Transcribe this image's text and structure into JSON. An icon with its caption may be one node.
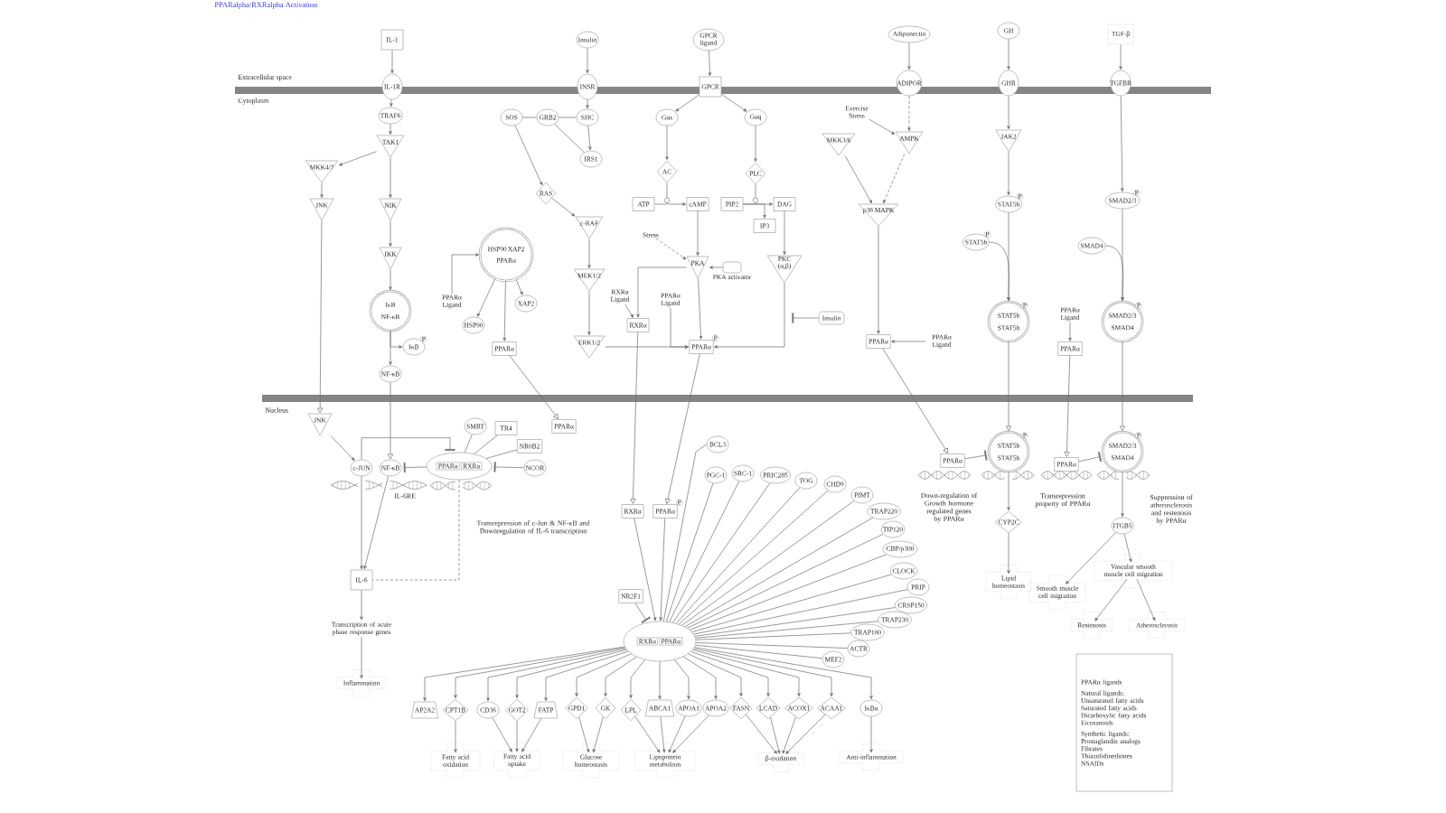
{
  "diagram": {
    "title": "PPARalpha/RXRalpha Activation",
    "nodes": [
      {
        "text": [
          "IL-1"
        ]
      },
      {
        "text": [
          "Insulin"
        ]
      },
      {
        "text": [
          "GPCR ligand"
        ]
      },
      {
        "text": [
          "Adiponectin"
        ]
      },
      {
        "text": [
          "GH"
        ]
      },
      {
        "text": [
          "TGF-β"
        ]
      },
      {
        "text": [
          "IL-1R"
        ]
      },
      {
        "text": [
          "INSR"
        ]
      },
      {
        "text": [
          "GPCR"
        ]
      },
      {
        "text": [
          "ADIPOR"
        ]
      },
      {
        "text": [
          "GHR"
        ]
      },
      {
        "text": [
          "TGFBR"
        ]
      },
      {
        "text": [
          "Exercise Stress"
        ]
      },
      {
        "text": [
          "TRAF6"
        ]
      },
      {
        "text": [
          "SOS"
        ]
      },
      {
        "text": [
          "GRB2"
        ]
      },
      {
        "text": [
          "SHC"
        ]
      },
      {
        "text": [
          "Gαs"
        ]
      },
      {
        "text": [
          "Gαq"
        ]
      },
      {
        "text": [
          "TAK1"
        ]
      },
      {
        "text": [
          "MKK3/6"
        ]
      },
      {
        "text": [
          "AMPK"
        ]
      },
      {
        "text": [
          "JAK2"
        ]
      },
      {
        "text": [
          "IRS1"
        ]
      },
      {
        "text": [
          "MKK4/7"
        ]
      },
      {
        "text": [
          "AC"
        ]
      },
      {
        "text": [
          "PLC"
        ]
      },
      {
        "text": [
          "RAS"
        ]
      },
      {
        "text": [
          "ATP"
        ]
      },
      {
        "text": [
          "cAMP"
        ]
      },
      {
        "text": [
          "PIP2"
        ]
      },
      {
        "text": [
          "DAG"
        ]
      },
      {
        "text": [
          "STAT5b"
        ],
        "beside": [
          "P"
        ]
      },
      {
        "text": [
          "SMAD2/3"
        ],
        "beside": [
          "P"
        ]
      },
      {
        "text": [
          "JNK"
        ]
      },
      {
        "text": [
          "NIK"
        ]
      },
      {
        "text": [
          "p38 MAPK"
        ]
      },
      {
        "text": [
          "IP3"
        ]
      },
      {
        "text": [
          "c-RAF"
        ]
      },
      {
        "text": [
          "Stress"
        ]
      },
      {
        "text": [
          "STAT5b"
        ],
        "beside": [
          "P"
        ]
      },
      {
        "text": [
          "SMAD4"
        ]
      },
      {
        "text": [
          "HSP90",
          "XAP2",
          "PPARα"
        ]
      },
      {
        "text": [
          "IKK"
        ]
      },
      {
        "text": [
          "PKA"
        ]
      },
      {
        "text": [
          "PKA activator"
        ]
      },
      {
        "text": [
          "PKC (α,β)"
        ]
      },
      {
        "text": [
          "MEK1/2"
        ]
      },
      {
        "text": [
          "RXRα Ligand"
        ]
      },
      {
        "text": [
          "PPARα Ligand"
        ]
      },
      {
        "text": [
          "PPARα Ligand"
        ]
      },
      {
        "text": [
          "XAP2"
        ]
      },
      {
        "text": [
          "IκB",
          "NF-κB"
        ]
      },
      {
        "text": [
          "Insulin"
        ]
      },
      {
        "text": [
          "STAT5b",
          "STAT5b"
        ],
        "beside": [
          "P"
        ]
      },
      {
        "text": [
          "PPARα Ligand"
        ]
      },
      {
        "text": [
          "SMAD2/3",
          "SMAD4"
        ],
        "beside": [
          "P"
        ]
      },
      {
        "text": [
          "HSP90"
        ]
      },
      {
        "text": [
          "RXRα"
        ]
      },
      {
        "text": [
          "PPARα"
        ]
      },
      {
        "text": [
          "PPARα Ligand"
        ]
      },
      {
        "text": [
          "IκB"
        ],
        "beside": [
          "P"
        ]
      },
      {
        "text": [
          "PPARα"
        ]
      },
      {
        "text": [
          "ERK1/2"
        ]
      },
      {
        "text": [
          "PPARα"
        ],
        "beside": [
          "P"
        ]
      },
      {
        "text": [
          "PPARα"
        ]
      },
      {
        "text": [
          "NF-κB"
        ]
      },
      {
        "text": [
          "JNK"
        ]
      },
      {
        "text": [
          "SMRT"
        ]
      },
      {
        "text": [
          "TR4"
        ]
      },
      {
        "text": [
          "PPARα"
        ]
      },
      {
        "text": [
          "BCL3"
        ]
      },
      {
        "text": [
          "NR0B2"
        ]
      },
      {
        "text": [
          "STAT5b",
          "STAT5b"
        ],
        "beside": [
          "P"
        ]
      },
      {
        "text": [
          "SMAD2/3",
          "SMAD4"
        ],
        "beside": [
          "P"
        ]
      },
      {
        "text": [
          "c-JUN"
        ]
      },
      {
        "text": [
          "NF-κB"
        ]
      },
      {
        "text": [
          "PPARα",
          "RXRα"
        ]
      },
      {
        "text": [
          "NCOR"
        ]
      },
      {
        "text": [
          "PGC-1"
        ]
      },
      {
        "text": [
          "SRC-1"
        ]
      },
      {
        "text": [
          "PRIC285"
        ]
      },
      {
        "text": [
          "TOG"
        ]
      },
      {
        "text": [
          "CHD9"
        ]
      },
      {
        "text": [
          "PPARα"
        ]
      },
      {
        "text": [
          "PPARα"
        ]
      },
      {
        "text": [
          "PIMT"
        ]
      },
      {
        "text": [
          "TRAP220"
        ]
      },
      {
        "text": [
          "RXRα"
        ]
      },
      {
        "text": [
          "PPARα"
        ],
        "beside": [
          "P"
        ]
      },
      {
        "text": [
          "CYP2C"
        ]
      },
      {
        "text": [
          "ITGB5"
        ]
      },
      {
        "text": [
          "TIP120"
        ]
      },
      {
        "text": [
          "CBP/p300"
        ]
      },
      {
        "text": [
          "CLOCK"
        ]
      },
      {
        "text": [
          "IL-6"
        ]
      },
      {
        "text": [
          "Vascular smooth muscle cell migration"
        ]
      },
      {
        "text": [
          "Lipid homeostasis"
        ]
      },
      {
        "text": [
          "Smooth muscle cell migration"
        ]
      },
      {
        "text": [
          "PRIP"
        ]
      },
      {
        "text": [
          "NR2F1"
        ]
      },
      {
        "text": [
          "CRSP150"
        ]
      },
      {
        "text": [
          "TRAP230"
        ]
      },
      {
        "text": [
          "Restenosis"
        ]
      },
      {
        "text": [
          "Atherosclerosis"
        ]
      },
      {
        "text": [
          "Transcription of acute phase response genes"
        ]
      },
      {
        "text": [
          "TRAP100"
        ]
      },
      {
        "text": [
          "RXRα",
          "PPARα"
        ]
      },
      {
        "text": [
          "ACTR"
        ]
      },
      {
        "text": [
          "MEF2"
        ]
      },
      {
        "text": [
          "PPARα ligands",
          "Natural ligands:",
          "Unsaturated fatty acids",
          "Saturated fatty acids",
          "Dicarboxylic fatty acids",
          "Eicosanoids",
          "Synthetic ligands:",
          "Prostaglandin analogs",
          "Fibrates",
          "Thiazolidinediones",
          "NSAIDs"
        ]
      },
      {
        "text": [
          "Inflammation"
        ]
      },
      {
        "text": [
          "AP2A2"
        ]
      },
      {
        "text": [
          "CPT1B"
        ]
      },
      {
        "text": [
          "CD36"
        ]
      },
      {
        "text": [
          "GOT2"
        ]
      },
      {
        "text": [
          "FATP"
        ]
      },
      {
        "text": [
          "GPD1"
        ]
      },
      {
        "text": [
          "GK"
        ]
      },
      {
        "text": [
          "LPL"
        ]
      },
      {
        "text": [
          "ABCA1"
        ]
      },
      {
        "text": [
          "APOA1"
        ]
      },
      {
        "text": [
          "APOA2"
        ]
      },
      {
        "text": [
          "FASN"
        ]
      },
      {
        "text": [
          "LCAD"
        ]
      },
      {
        "text": [
          "ACOX1"
        ]
      },
      {
        "text": [
          "ACAA1"
        ]
      },
      {
        "text": [
          "IκBα"
        ]
      },
      {
        "text": [
          "Fatty acid oxidation"
        ]
      },
      {
        "text": [
          "Fatty acid uptake"
        ]
      },
      {
        "text": [
          "Glucose homeostasis"
        ]
      },
      {
        "text": [
          "Lipoprotein metabolism"
        ]
      },
      {
        "text": [
          "β-oxidation"
        ]
      },
      {
        "text": [
          "Anti-inflammation"
        ]
      },
      {
        "text": [],
        "shape": "circle"
      },
      {
        "text": [],
        "shape": "circle"
      }
    ],
    "edges": [
      {
        "from": 0,
        "to": 6,
        "arrow": "to"
      },
      {
        "from": 6,
        "to": 13,
        "arrow": "to"
      },
      {
        "from": 13,
        "to": 19,
        "arrow": "to"
      },
      {
        "from": 19,
        "to": 24,
        "arrow": "to"
      },
      {
        "from": 19,
        "to": 35,
        "arrow": "to"
      },
      {
        "from": 24,
        "to": 34,
        "arrow": "to"
      },
      {
        "from": 35,
        "to": 43,
        "arrow": "to"
      },
      {
        "from": 43,
        "to": 52,
        "arrow": "to"
      },
      {
        "from": 52,
        "to": 61,
        "arrow": "to"
      },
      {
        "from": 52,
        "to": 66,
        "arrow": "to"
      },
      {
        "from": 66,
        "to": 76,
        "arrow": "to"
      },
      {
        "from": 34,
        "to": 67,
        "arrow": "to"
      },
      {
        "from": 67,
        "to": 75,
        "arrow": "to"
      },
      {
        "from": 1,
        "to": 7,
        "arrow": "to"
      },
      {
        "from": 7,
        "to": 16,
        "arrow": "to"
      },
      {
        "from": 16,
        "to": 15,
        "arrow": "none"
      },
      {
        "from": 15,
        "to": 14,
        "arrow": "none"
      },
      {
        "from": 16,
        "to": 23,
        "arrow": "to"
      },
      {
        "from": 15,
        "to": 23,
        "arrow": "none"
      },
      {
        "from": 14,
        "to": 27,
        "arrow": "to"
      },
      {
        "from": 27,
        "to": 38,
        "arrow": "to"
      },
      {
        "from": 38,
        "to": 47,
        "arrow": "to"
      },
      {
        "from": 47,
        "to": 63,
        "arrow": "to"
      },
      {
        "from": 63,
        "to": 64,
        "arrow": "to"
      },
      {
        "from": 2,
        "to": 8,
        "arrow": "to"
      },
      {
        "from": 8,
        "to": 17,
        "arrow": "to"
      },
      {
        "from": 8,
        "to": 18,
        "arrow": "to"
      },
      {
        "from": 17,
        "to": 25,
        "arrow": "to"
      },
      {
        "from": 18,
        "to": 26,
        "arrow": "to"
      },
      {
        "from": 28,
        "to": 29,
        "arrow": "to"
      },
      {
        "from": 25,
        "to": 134,
        "arrow": "none"
      },
      {
        "from": 30,
        "to": 31,
        "arrow": "to"
      },
      {
        "from": 30,
        "to": 37,
        "arrow": "to"
      },
      {
        "from": 26,
        "to": 135,
        "arrow": "none"
      },
      {
        "from": 29,
        "to": 44,
        "arrow": "to"
      },
      {
        "from": 39,
        "to": 44,
        "arrow": "to",
        "style": "dashed"
      },
      {
        "from": 45,
        "to": 44,
        "arrow": "to"
      },
      {
        "from": 31,
        "to": 46,
        "arrow": "to"
      },
      {
        "from": 44,
        "to": 58,
        "arrow": "to"
      },
      {
        "from": 44,
        "to": 64,
        "arrow": "to"
      },
      {
        "from": 46,
        "to": 64,
        "arrow": "to"
      },
      {
        "from": 53,
        "to": null,
        "arrow": "other"
      },
      {
        "from": 48,
        "to": 58,
        "arrow": "to"
      },
      {
        "from": 50,
        "to": 64,
        "arrow": "to"
      },
      {
        "from": 49,
        "to": 42,
        "arrow": "to"
      },
      {
        "from": 42,
        "to": 51,
        "arrow": "to"
      },
      {
        "from": 42,
        "to": 57,
        "arrow": "to"
      },
      {
        "from": 42,
        "to": 62,
        "arrow": "to"
      },
      {
        "from": 58,
        "to": 88,
        "arrow": "to"
      },
      {
        "from": 64,
        "to": 89,
        "arrow": "to"
      },
      {
        "from": 62,
        "to": 70,
        "arrow": "to"
      },
      {
        "from": 3,
        "to": 9,
        "arrow": "to"
      },
      {
        "from": 9,
        "to": 21,
        "arrow": "to",
        "style": "dashed"
      },
      {
        "from": 12,
        "to": 21,
        "arrow": "to"
      },
      {
        "from": 21,
        "to": 36,
        "arrow": "to",
        "style": "dashed"
      },
      {
        "from": 20,
        "to": 36,
        "arrow": "to"
      },
      {
        "from": 36,
        "to": 59,
        "arrow": "to"
      },
      {
        "from": 60,
        "to": 59,
        "arrow": "to"
      },
      {
        "from": 59,
        "to": 84,
        "arrow": "to"
      },
      {
        "from": 4,
        "to": 10,
        "arrow": "to"
      },
      {
        "from": 10,
        "to": 22,
        "arrow": "to"
      },
      {
        "from": 22,
        "to": 32,
        "arrow": "to"
      },
      {
        "from": 32,
        "to": 54,
        "arrow": "to"
      },
      {
        "from": 40,
        "to": 54,
        "arrow": "to"
      },
      {
        "from": 54,
        "to": 73,
        "arrow": "to"
      },
      {
        "from": 55,
        "to": 65,
        "arrow": "to"
      },
      {
        "from": 65,
        "to": 85,
        "arrow": "to"
      },
      {
        "from": 5,
        "to": 11,
        "arrow": "to"
      },
      {
        "from": 11,
        "to": 33,
        "arrow": "to"
      },
      {
        "from": 33,
        "to": 56,
        "arrow": "to"
      },
      {
        "from": 41,
        "to": 56,
        "arrow": "to"
      },
      {
        "from": 56,
        "to": 74,
        "arrow": "to"
      },
      {
        "from": 84,
        "to": 73,
        "arrow": "other"
      },
      {
        "from": 85,
        "to": 74,
        "arrow": "other"
      },
      {
        "from": 73,
        "to": 90,
        "arrow": "to"
      },
      {
        "from": 90,
        "to": 97,
        "arrow": "to"
      },
      {
        "from": 74,
        "to": 91,
        "arrow": "to"
      },
      {
        "from": 91,
        "to": 98,
        "arrow": "to"
      },
      {
        "from": 91,
        "to": 96,
        "arrow": "to"
      },
      {
        "from": 96,
        "to": 103,
        "arrow": "to"
      },
      {
        "from": 96,
        "to": 104,
        "arrow": "to"
      },
      {
        "from": 75,
        "to": 95,
        "arrow": "to"
      },
      {
        "from": 76,
        "to": 95,
        "arrow": "to"
      },
      {
        "from": 77,
        "to": 76,
        "arrow": "other"
      },
      {
        "from": 75,
        "to": 77,
        "arrow": "other"
      },
      {
        "from": 77,
        "to": 95,
        "arrow": "none",
        "style": "dashed"
      },
      {
        "from": 68,
        "to": 77,
        "arrow": "none"
      },
      {
        "from": 69,
        "to": 77,
        "arrow": "none"
      },
      {
        "from": 72,
        "to": 77,
        "arrow": "none"
      },
      {
        "from": 78,
        "to": 77,
        "arrow": "other"
      },
      {
        "from": 95,
        "to": 105,
        "arrow": "to"
      },
      {
        "from": 105,
        "to": 111,
        "arrow": "to"
      },
      {
        "from": 88,
        "to": 107,
        "arrow": "to"
      },
      {
        "from": 89,
        "to": 107,
        "arrow": "to"
      },
      {
        "from": 100,
        "to": 107,
        "arrow": "other"
      },
      {
        "from": 71,
        "to": 107,
        "arrow": "none"
      },
      {
        "from": 79,
        "to": 107,
        "arrow": "none"
      },
      {
        "from": 80,
        "to": 107,
        "arrow": "none"
      },
      {
        "from": 81,
        "to": 107,
        "arrow": "none"
      },
      {
        "from": 82,
        "to": 107,
        "arrow": "none"
      },
      {
        "from": 83,
        "to": 107,
        "arrow": "none"
      },
      {
        "from": 86,
        "to": 107,
        "arrow": "none"
      },
      {
        "from": 87,
        "to": 107,
        "arrow": "none"
      },
      {
        "from": 92,
        "to": 107,
        "arrow": "none"
      },
      {
        "from": 93,
        "to": 107,
        "arrow": "none"
      },
      {
        "from": 94,
        "to": 107,
        "arrow": "none"
      },
      {
        "from": 99,
        "to": 107,
        "arrow": "none"
      },
      {
        "from": 101,
        "to": 107,
        "arrow": "none"
      },
      {
        "from": 102,
        "to": 107,
        "arrow": "none"
      },
      {
        "from": 106,
        "to": 107,
        "arrow": "none"
      },
      {
        "from": 108,
        "to": 107,
        "arrow": "none"
      },
      {
        "from": 109,
        "to": 107,
        "arrow": "none"
      },
      {
        "from": 107,
        "to": 112,
        "arrow": "to"
      },
      {
        "from": 107,
        "to": 113,
        "arrow": "to"
      },
      {
        "from": 107,
        "to": 114,
        "arrow": "to"
      },
      {
        "from": 107,
        "to": 115,
        "arrow": "to"
      },
      {
        "from": 107,
        "to": 116,
        "arrow": "to"
      },
      {
        "from": 107,
        "to": 117,
        "arrow": "to"
      },
      {
        "from": 107,
        "to": 118,
        "arrow": "to"
      },
      {
        "from": 107,
        "to": 119,
        "arrow": "to"
      },
      {
        "from": 107,
        "to": 120,
        "arrow": "to"
      },
      {
        "from": 107,
        "to": 121,
        "arrow": "to"
      },
      {
        "from": 107,
        "to": 122,
        "arrow": "to"
      },
      {
        "from": 107,
        "to": 123,
        "arrow": "to"
      },
      {
        "from": 107,
        "to": 124,
        "arrow": "to"
      },
      {
        "from": 107,
        "to": 125,
        "arrow": "to"
      },
      {
        "from": 107,
        "to": 126,
        "arrow": "to"
      },
      {
        "from": 107,
        "to": 127,
        "arrow": "to"
      },
      {
        "from": 113,
        "to": 128,
        "arrow": "to"
      },
      {
        "from": 114,
        "to": 129,
        "arrow": "to"
      },
      {
        "from": 115,
        "to": 129,
        "arrow": "to"
      },
      {
        "from": 116,
        "to": 129,
        "arrow": "to"
      },
      {
        "from": 117,
        "to": 130,
        "arrow": "to"
      },
      {
        "from": 118,
        "to": 130,
        "arrow": "to"
      },
      {
        "from": 119,
        "to": 131,
        "arrow": "to"
      },
      {
        "from": 120,
        "to": 131,
        "arrow": "to"
      },
      {
        "from": 121,
        "to": 131,
        "arrow": "to"
      },
      {
        "from": 122,
        "to": 131,
        "arrow": "to"
      },
      {
        "from": 123,
        "to": 132,
        "arrow": "to"
      },
      {
        "from": 124,
        "to": 132,
        "arrow": "to"
      },
      {
        "from": 125,
        "to": 132,
        "arrow": "to"
      },
      {
        "from": 126,
        "to": 132,
        "arrow": "to"
      },
      {
        "from": 127,
        "to": 133,
        "arrow": "to"
      }
    ],
    "labels": [
      "Extracellular space",
      "Cytoplasm",
      "Nucleus",
      "IL-6RE",
      "Transrepression of c-Jun & NF-κB and Downregulation of IL-6 transcription",
      "Down-regulation of Growth hormone regulated genes by PPARα",
      "Transrepression property of PPARα",
      "Suppression of atherosclerosis and restenosis by PPARα"
    ]
  }
}
